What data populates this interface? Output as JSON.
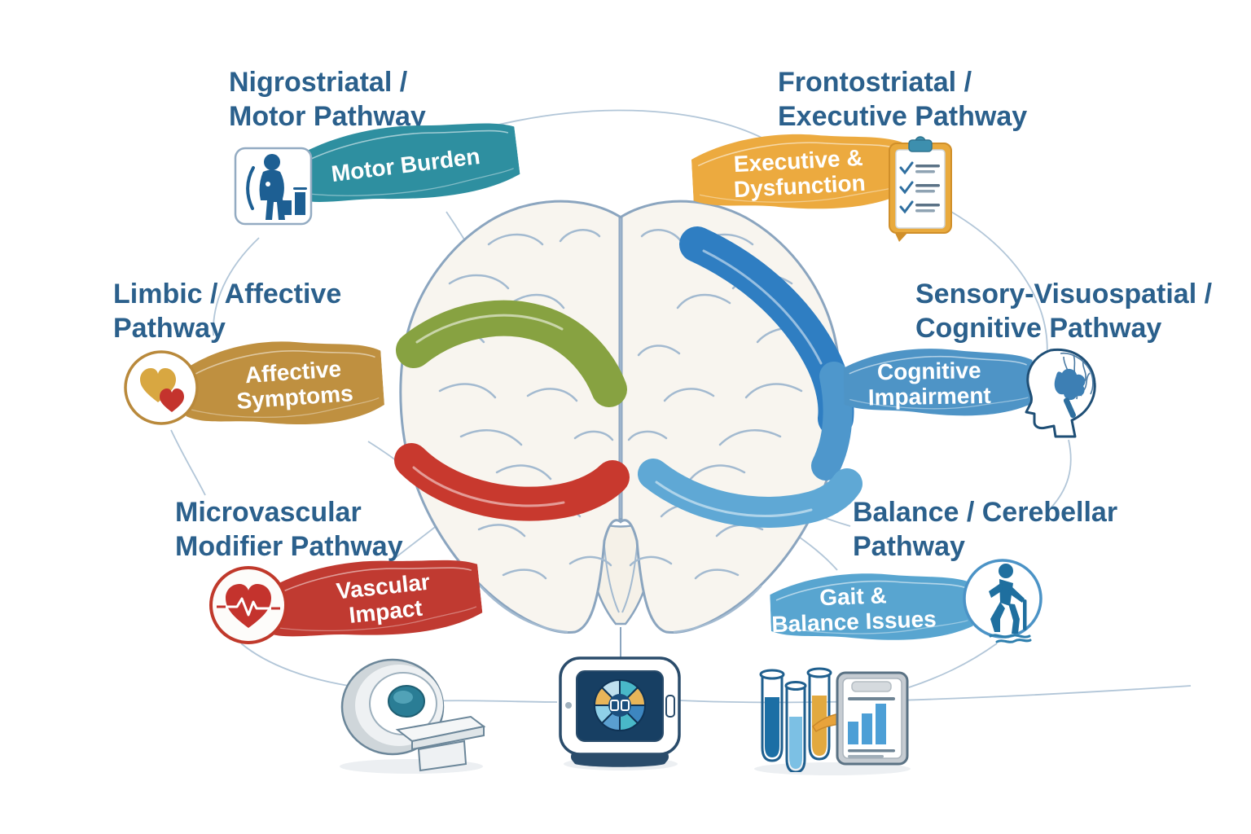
{
  "pathways": {
    "motor": {
      "heading1": "Nigrostriatal /",
      "heading2": "Motor Pathway",
      "ribbon1": "Motor Burden",
      "ribbon2": "",
      "ribbon_color": "#2e8fa0",
      "icon": "person-tremor-icon"
    },
    "executive": {
      "heading1": "Frontostriatal /",
      "heading2": "Executive Pathway",
      "ribbon1": "Executive &",
      "ribbon2": "Dysfunction",
      "ribbon_color": "#ecaa3f",
      "icon": "clipboard-checklist-icon"
    },
    "affective": {
      "heading1": "Limbic / Affective",
      "heading2": "Pathway",
      "ribbon1": "Affective",
      "ribbon2": "Symptoms",
      "ribbon_color": "#bf9040",
      "icon": "two-hearts-icon"
    },
    "cognitive": {
      "heading1": "Sensory-Visuospatial /",
      "heading2": "Cognitive Pathway",
      "ribbon1": "Cognitive",
      "ribbon2": "Impairment",
      "ribbon_color": "#4e94c6",
      "icon": "head-profile-brain-icon"
    },
    "vascular": {
      "heading1": "Microvascular",
      "heading2": "Modifier Pathway",
      "ribbon1": "Vascular",
      "ribbon2": "Impact",
      "ribbon_color": "#c03a31",
      "icon": "heart-ecg-icon"
    },
    "balance": {
      "heading1": "Balance / Cerebellar",
      "heading2": "Pathway",
      "ribbon1": "Gait &",
      "ribbon2": "Balance Issues",
      "ribbon_color": "#58a5d0",
      "icon": "walking-person-cane-icon"
    }
  },
  "brain": {
    "bands": [
      {
        "name": "limbic-band",
        "color": "#87a241"
      },
      {
        "name": "vascular-band",
        "color": "#c8392e"
      },
      {
        "name": "executive-band",
        "color": "#2f7ec2"
      },
      {
        "name": "cerebellar-band",
        "color": "#5fa8d5"
      }
    ],
    "outline_color": "#8ba5bf",
    "fill_color": "#f8f5ef"
  },
  "bottom_icons": [
    "mri-scanner-icon",
    "brain-scan-monitor-icon",
    "test-tubes-icon",
    "lab-report-chart-icon",
    "arrow-icon"
  ],
  "heading_color": "#2b608c"
}
